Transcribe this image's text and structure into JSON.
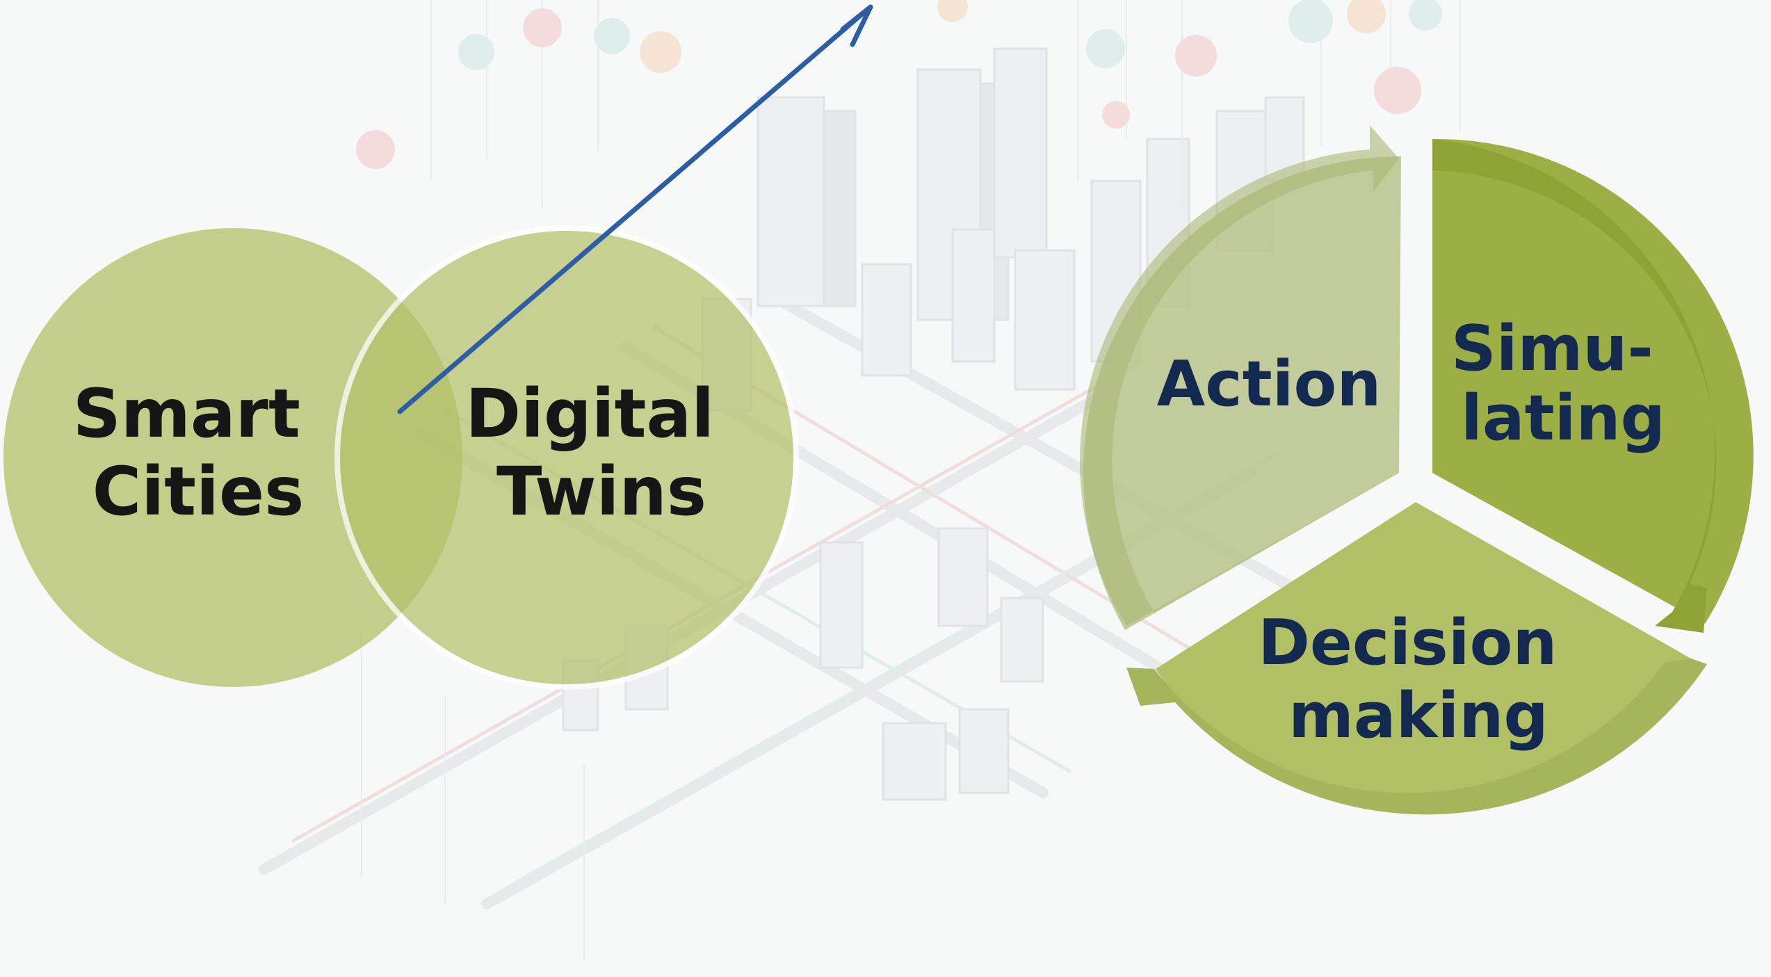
{
  "venn": {
    "left_circle": [
      "Smart",
      "Cities"
    ],
    "right_circle": [
      "Digital",
      "Twins"
    ]
  },
  "cycle": {
    "segments": [
      {
        "id": "action",
        "lines": [
          "Action"
        ]
      },
      {
        "id": "simulating",
        "lines": [
          "Simu-",
          "lating"
        ]
      },
      {
        "id": "decision",
        "lines": [
          "Decision",
          "making"
        ]
      }
    ]
  },
  "colors": {
    "venn_fill": "#b3c16a",
    "cycle_light": "#b7c48a",
    "cycle_mid": "#a5b55c",
    "cycle_dark": "#8fa236",
    "arrow": "#2d5ea5",
    "venn_text": "#161616",
    "cycle_text": "#14294f"
  }
}
